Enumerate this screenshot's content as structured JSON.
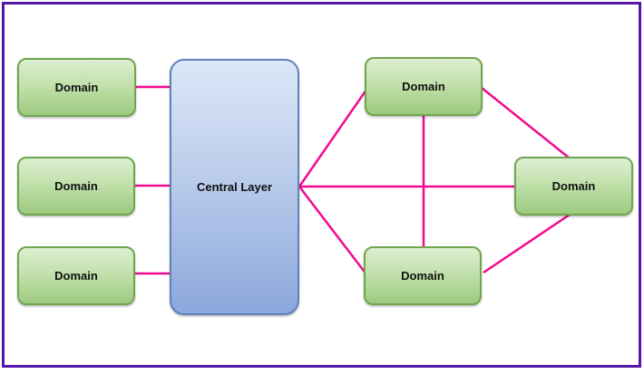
{
  "diagram": {
    "title": "central-layer-domain-topology",
    "colors": {
      "frame": "#5517a8",
      "connector": "#f2098f",
      "domain_fill_top": "#ddefd1",
      "domain_fill_bottom": "#9dca80",
      "domain_border": "#70a650",
      "central_fill_top": "#dde7f8",
      "central_fill_bottom": "#8ba7db",
      "central_border": "#6081ba",
      "background": "#ffffff",
      "text": "#111111"
    },
    "nodes": [
      {
        "id": "domain-left-1",
        "label": "Domain",
        "shape": "rounded-rect",
        "color": "green"
      },
      {
        "id": "domain-left-2",
        "label": "Domain",
        "shape": "rounded-rect",
        "color": "green"
      },
      {
        "id": "domain-left-3",
        "label": "Domain",
        "shape": "rounded-rect",
        "color": "green"
      },
      {
        "id": "central-layer",
        "label": "Central Layer",
        "shape": "rounded-rect",
        "color": "blue"
      },
      {
        "id": "domain-top",
        "label": "Domain",
        "shape": "rounded-rect",
        "color": "green"
      },
      {
        "id": "domain-right",
        "label": "Domain",
        "shape": "rounded-rect",
        "color": "green"
      },
      {
        "id": "domain-bottom",
        "label": "Domain",
        "shape": "rounded-rect",
        "color": "green"
      }
    ],
    "edges": [
      {
        "from": "domain-left-1",
        "to": "central-layer"
      },
      {
        "from": "domain-left-2",
        "to": "central-layer"
      },
      {
        "from": "domain-left-3",
        "to": "central-layer"
      },
      {
        "from": "central-layer",
        "to": "domain-top"
      },
      {
        "from": "central-layer",
        "to": "domain-right"
      },
      {
        "from": "central-layer",
        "to": "domain-bottom"
      },
      {
        "from": "domain-top",
        "to": "domain-bottom"
      },
      {
        "from": "domain-top",
        "to": "domain-right"
      },
      {
        "from": "domain-right",
        "to": "domain-bottom"
      }
    ]
  }
}
